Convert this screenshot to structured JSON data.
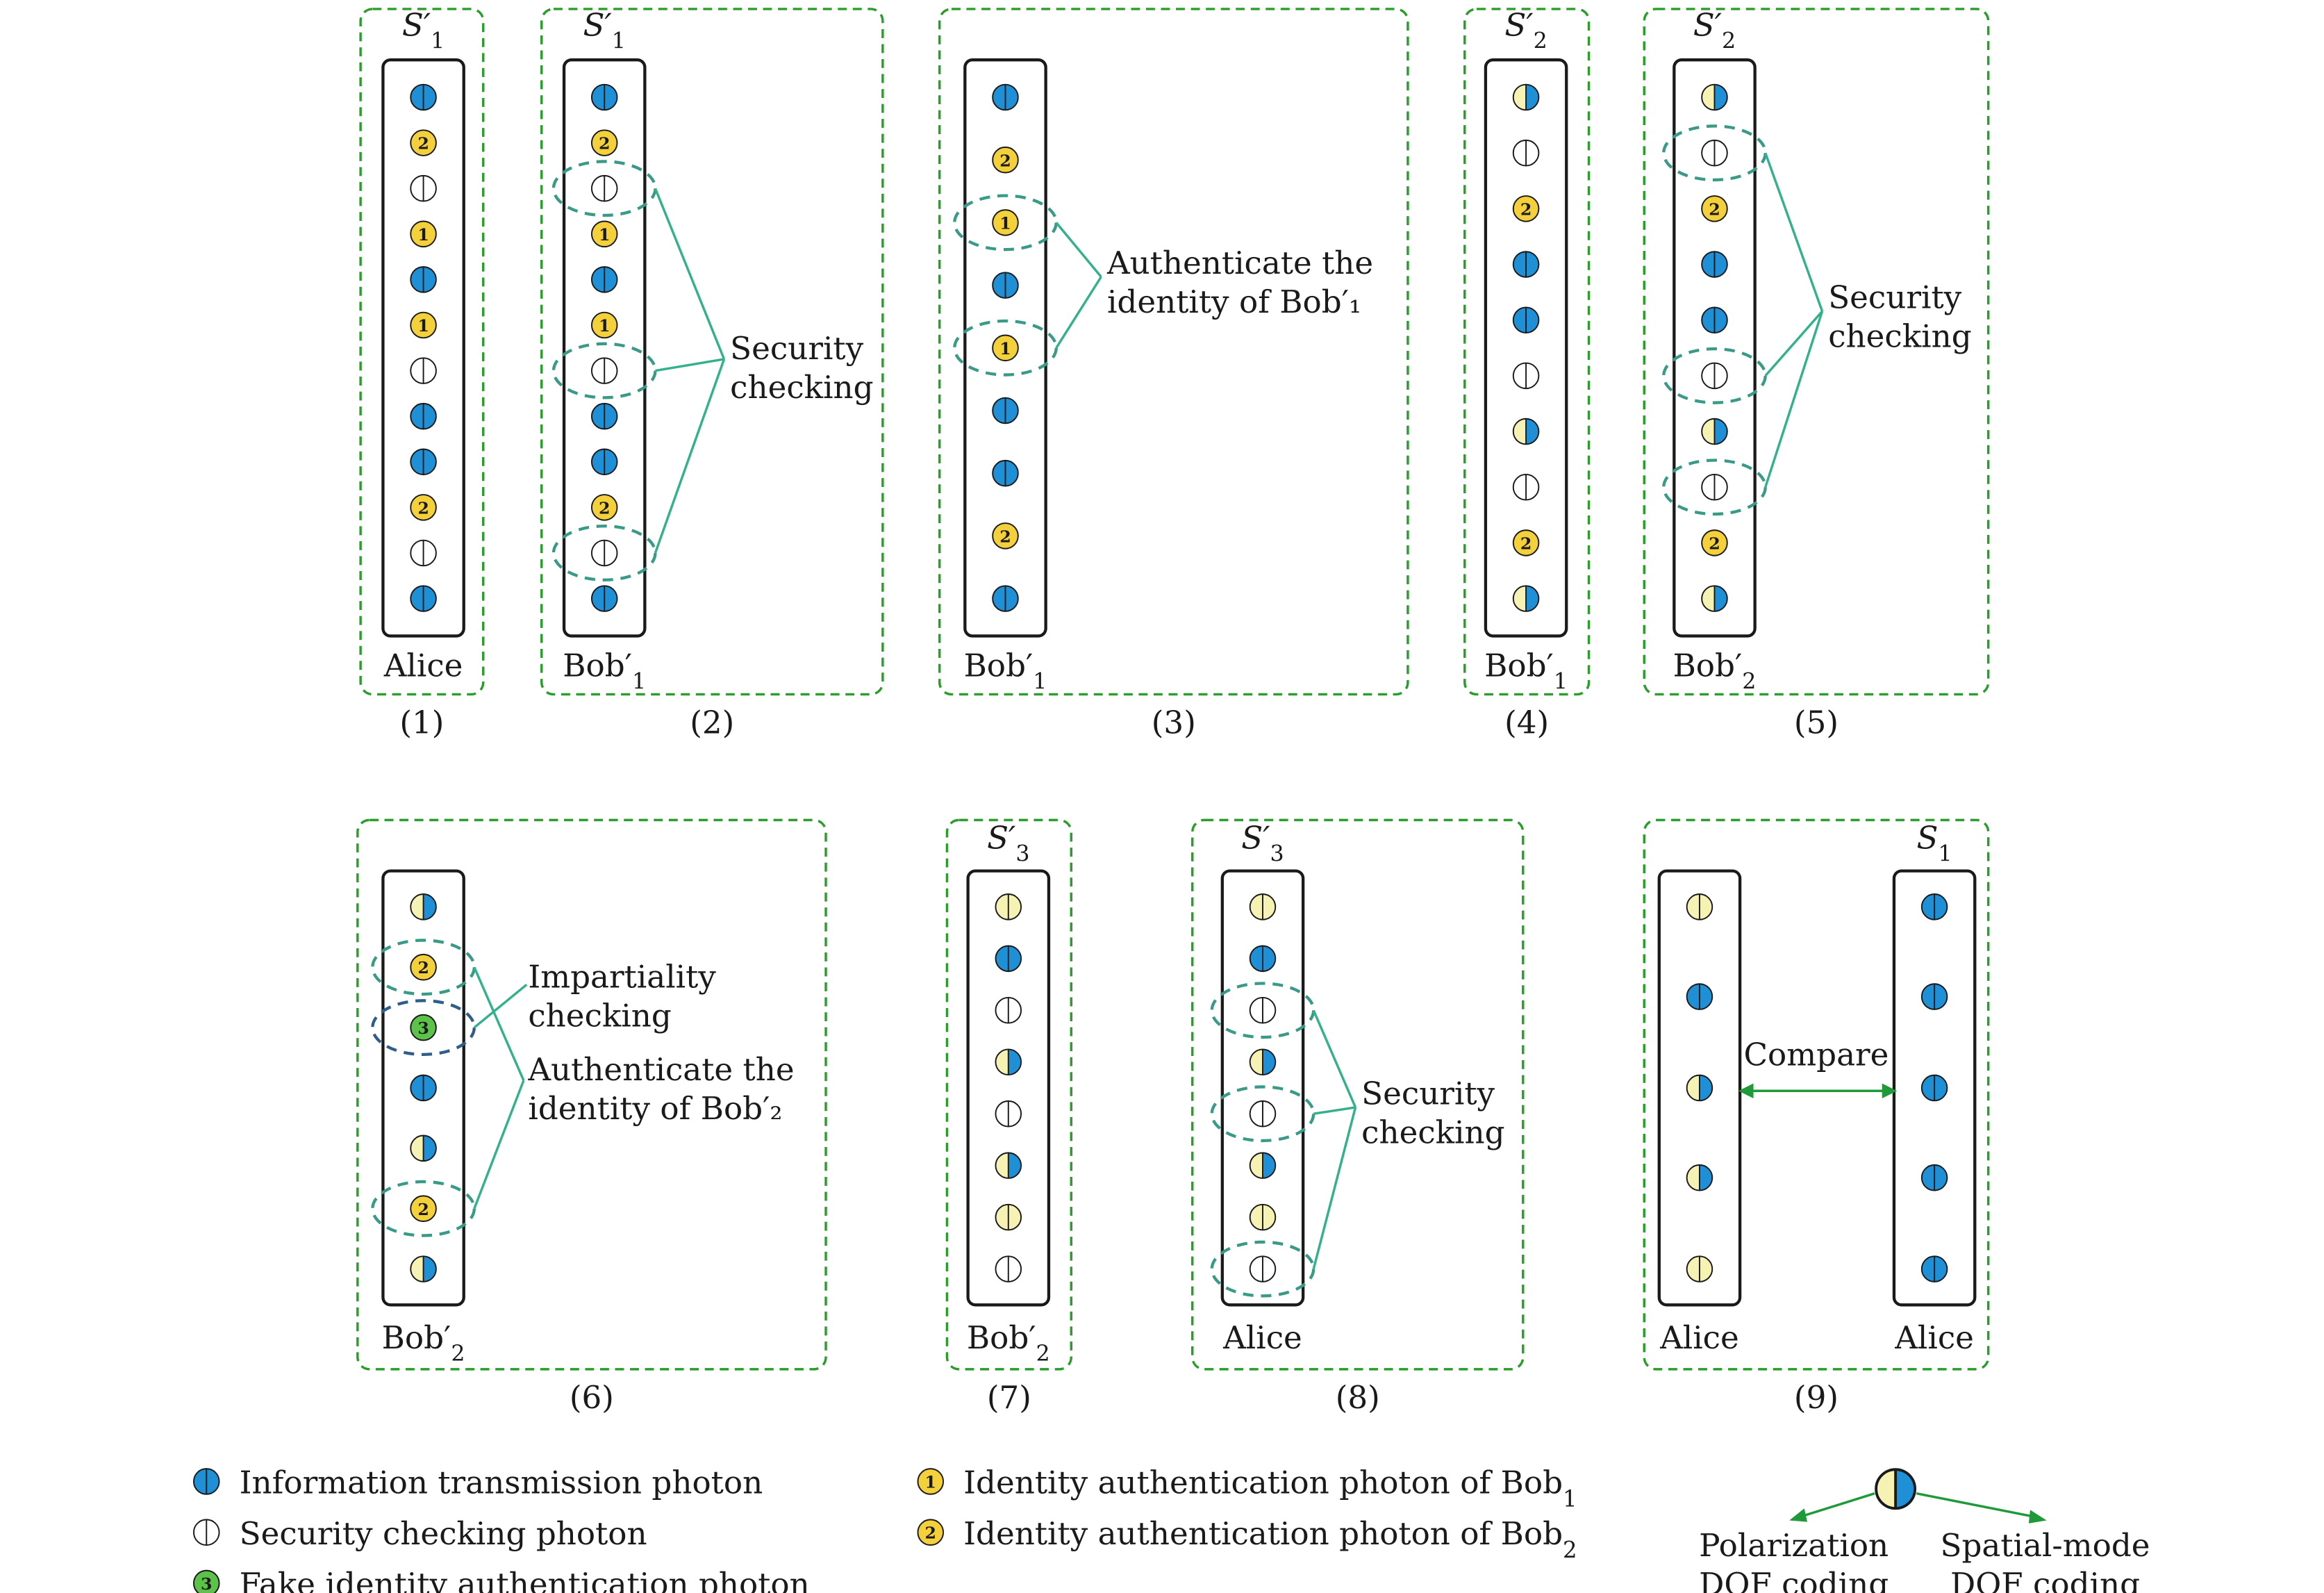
{
  "colors": {
    "blue": "#1f8fd6",
    "yellow": "#f4d13a",
    "pale": "#f6f2b4",
    "green": "#5cc24a",
    "frame": "#2a9d2a",
    "ellipse": "#3a9a88",
    "connector": "#35b08d"
  },
  "panels": [
    {
      "number": "(1)",
      "top_label": "S′",
      "top_sub": "1",
      "bottom_label": "Alice",
      "bottom_sub": "",
      "photons": [
        "info",
        "id2",
        "sec",
        "id1",
        "info",
        "id1",
        "sec",
        "info",
        "info",
        "id2",
        "sec",
        "info"
      ],
      "marked": [],
      "annotation": []
    },
    {
      "number": "(2)",
      "top_label": "S′",
      "top_sub": "1",
      "bottom_label": "Bob′",
      "bottom_sub": "1",
      "photons": [
        "info",
        "id2",
        "sec",
        "id1",
        "info",
        "id1",
        "sec",
        "info",
        "info",
        "id2",
        "sec",
        "info"
      ],
      "marked": [
        2,
        6,
        10
      ],
      "annotation": [
        "Security",
        "checking"
      ]
    },
    {
      "number": "(3)",
      "top_label": "",
      "top_sub": "",
      "bottom_label": "Bob′",
      "bottom_sub": "1",
      "photons": [
        "info",
        "id2",
        "id1",
        "info",
        "id1",
        "info",
        "info",
        "id2",
        "info"
      ],
      "marked": [
        2,
        4
      ],
      "annotation": [
        "Authenticate the",
        "identity of Bob′₁"
      ]
    },
    {
      "number": "(4)",
      "top_label": "S′",
      "top_sub": "2",
      "bottom_label": "Bob′",
      "bottom_sub": "1",
      "photons": [
        "pb",
        "sec",
        "id2",
        "info",
        "info",
        "sec",
        "pb",
        "sec",
        "id2",
        "pb"
      ],
      "marked": [],
      "annotation": []
    },
    {
      "number": "(5)",
      "top_label": "S′",
      "top_sub": "2",
      "bottom_label": "Bob′",
      "bottom_sub": "2",
      "photons": [
        "pb",
        "sec",
        "id2",
        "info",
        "info",
        "sec",
        "pb",
        "sec",
        "id2",
        "pb"
      ],
      "marked": [
        1,
        5,
        7
      ],
      "annotation": [
        "Security",
        "checking"
      ]
    },
    {
      "number": "(6)",
      "top_label": "",
      "top_sub": "",
      "bottom_label": "Bob′",
      "bottom_sub": "2",
      "photons": [
        "pb",
        "id2",
        "fake3",
        "info",
        "pb",
        "id2",
        "pb"
      ],
      "marked": [
        1,
        2,
        5
      ],
      "annotation": [
        "Impartiality",
        "checking",
        "Authenticate the",
        "identity of Bob′₂"
      ]
    },
    {
      "number": "(7)",
      "top_label": "S′",
      "top_sub": "3",
      "bottom_label": "Bob′",
      "bottom_sub": "2",
      "photons": [
        "ps",
        "info",
        "sec",
        "pb",
        "sec",
        "pb",
        "ps",
        "sec"
      ],
      "marked": [],
      "annotation": []
    },
    {
      "number": "(8)",
      "top_label": "S′",
      "top_sub": "3",
      "bottom_label": "Alice",
      "bottom_sub": "",
      "photons": [
        "ps",
        "info",
        "sec",
        "pb",
        "sec",
        "pb",
        "ps",
        "sec"
      ],
      "marked": [
        2,
        4,
        7
      ],
      "annotation": [
        "Security",
        "checking"
      ]
    },
    {
      "number": "(9)",
      "top_label": "S",
      "top_sub": "1",
      "bottom_label": "Alice",
      "bottom_sub": "",
      "bottom_label_2": "Alice",
      "compare_label": "Compare",
      "photons_left": [
        "ps",
        "info",
        "pb",
        "pb",
        "ps"
      ],
      "photons_right": [
        "info",
        "info",
        "info",
        "info",
        "info"
      ],
      "marked": [],
      "annotation": []
    }
  ],
  "legend": {
    "items": [
      {
        "icon": "info",
        "label": "Information transmission photon",
        "sub": ""
      },
      {
        "icon": "sec",
        "label": "Security checking photon",
        "sub": ""
      },
      {
        "icon": "fake3",
        "label": "Fake identity authentication photon",
        "sub": ""
      },
      {
        "icon": "id1",
        "label": "Identity authentication photon of Bob",
        "sub": "1"
      },
      {
        "icon": "id2",
        "label": "Identity authentication photon of Bob",
        "sub": "2"
      }
    ],
    "dof_left": [
      "Polarization",
      "DOF coding"
    ],
    "dof_right": [
      "Spatial-mode",
      "DOF coding"
    ]
  }
}
